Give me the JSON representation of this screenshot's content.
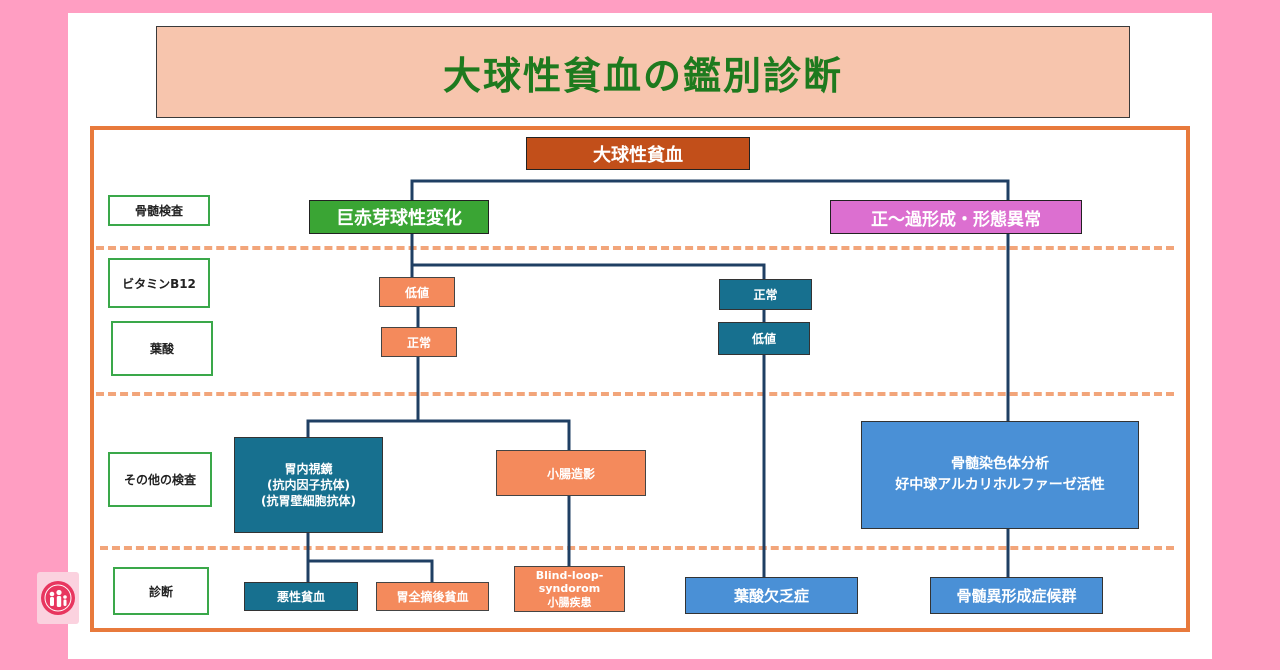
{
  "title": "大球性貧血の鑑別診断",
  "rows": {
    "marrow": "骨髄検査",
    "b12": "ビタミンB12",
    "folate": "葉酸",
    "other": "その他の検査",
    "diagnosis": "診断"
  },
  "nodes": {
    "root": "大球性貧血",
    "megaloblastic": "巨赤芽球性変化",
    "normo": "正～過形成・形態異常",
    "b12_low": "低値",
    "folate_normal": "正常",
    "b12_normal": "正常",
    "folate_low": "低値",
    "gastroscopy": "胃内視鏡\n(抗内因子抗体)\n(抗胃壁細胞抗体)",
    "small_bowel": "小腸造影",
    "marrow_analysis": "骨髄染色体分析\n好中球アルカリホルファーゼ活性",
    "pernicious": "悪性貧血",
    "gastrectomy": "胃全摘後貧血",
    "blind_loop": "Blind-loop-\nsyndorom\n小腸疾患",
    "folate_def": "葉酸欠乏症",
    "mds": "骨髄異形成症候群"
  },
  "colors": {
    "background": "#ff9ec2",
    "frame": "#e87a3c",
    "title_text": "#1e7a1e",
    "connector": "#1f3f63"
  }
}
